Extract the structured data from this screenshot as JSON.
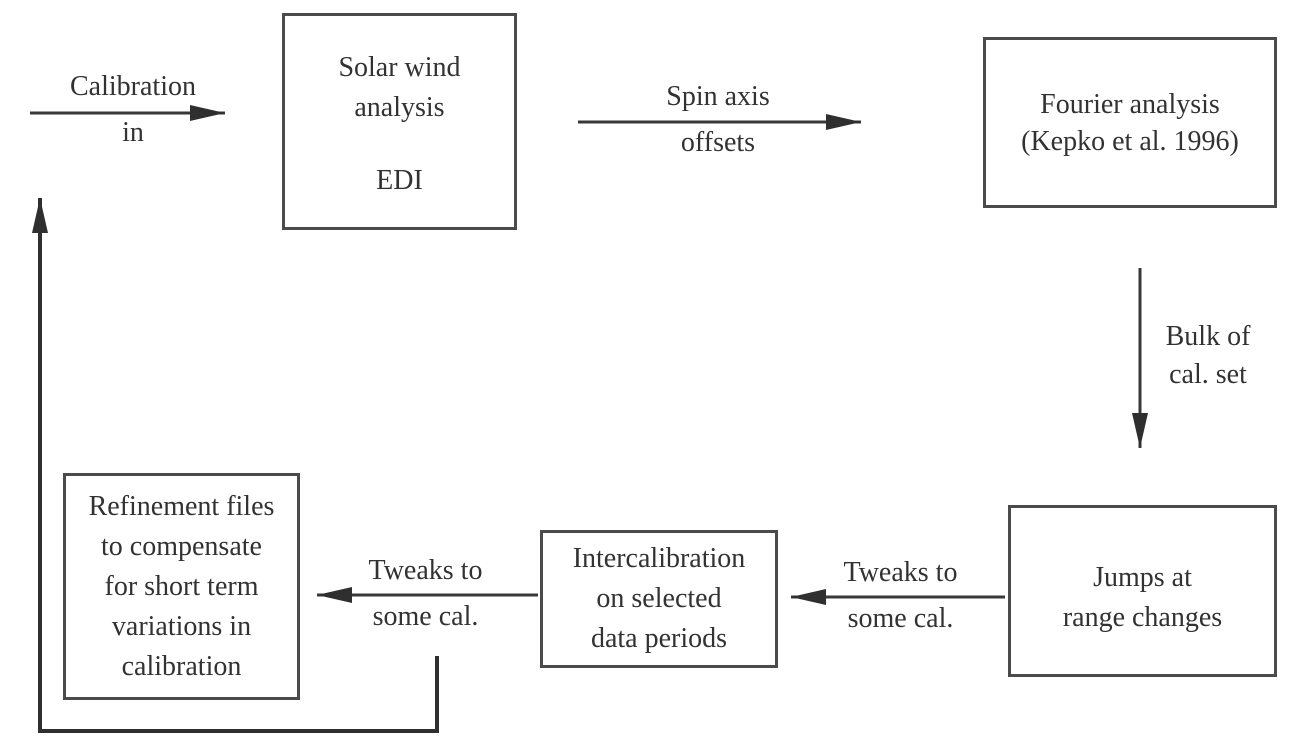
{
  "diagram": {
    "title_hint": "EDI calibration processing flowchart",
    "background_color": "#ffffff",
    "line_color": "#383838",
    "box_border_color": "#4b4b4b",
    "text_color": "#323232"
  },
  "nodes": {
    "solar_wind": {
      "lines": [
        "Solar wind",
        "analysis"
      ],
      "footer": "EDI"
    },
    "fourier": {
      "lines": [
        "Fourier analysis",
        "(Kepko et al. 1996)"
      ]
    },
    "jumps": {
      "lines": [
        "Jumps at",
        "range changes"
      ]
    },
    "intercalibration": {
      "lines": [
        "Intercalibration",
        "on selected",
        "data periods"
      ]
    },
    "refinement": {
      "lines": [
        "Refinement files",
        "to compensate",
        "for short term",
        "variations in",
        "calibration"
      ]
    }
  },
  "edges": {
    "calibration_in": {
      "lines": [
        "Calibration",
        "in"
      ]
    },
    "spin_axis": {
      "lines": [
        "Spin axis",
        "offsets"
      ]
    },
    "bulk_of_cal": {
      "lines": [
        "Bulk of",
        "cal. set"
      ]
    },
    "tweaks_right": {
      "lines": [
        "Tweaks to",
        "some cal."
      ]
    },
    "tweaks_left": {
      "lines": [
        "Tweaks to",
        "some cal."
      ]
    }
  }
}
